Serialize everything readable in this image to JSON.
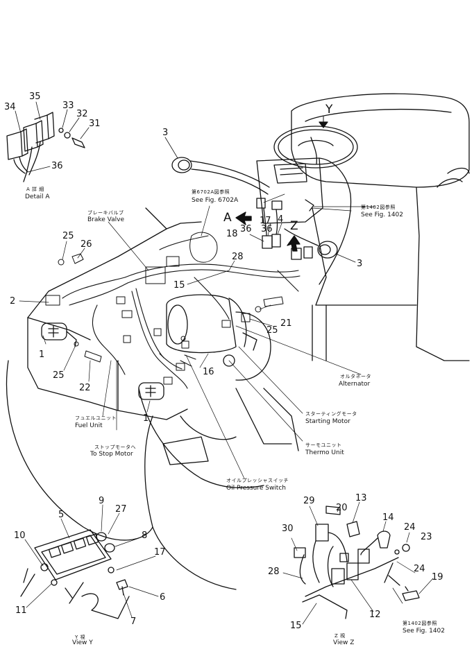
{
  "callouts": [
    "1",
    "1",
    "2",
    "3",
    "3",
    "4",
    "5",
    "6",
    "7",
    "8",
    "9",
    "10",
    "11",
    "12",
    "13",
    "14",
    "15",
    "15",
    "16",
    "17",
    "17",
    "18",
    "19",
    "20",
    "21",
    "22",
    "23",
    "24",
    "24",
    "25",
    "25",
    "25",
    "26",
    "27",
    "28",
    "28",
    "29",
    "30",
    "31",
    "32",
    "33",
    "34",
    "35",
    "36",
    "36",
    "36"
  ],
  "view_letters": {
    "y_top": "Y",
    "a": "A",
    "z": "Z"
  },
  "labels": {
    "detail_a_jp": "A 詳 細",
    "detail_a_en": "Detail A",
    "brake_valve_jp": "ブレーキバルブ",
    "brake_valve_en": "Brake Valve",
    "fig6702a_jp": "第6702A図参照",
    "fig6702a_en": "See Fig. 6702A",
    "fig1402_jp": "第1402図参照",
    "fig1402_en": "See Fig. 1402",
    "alternator_jp": "オルタネータ",
    "alternator_en": "Alternator",
    "starting_motor_jp": "スターティングモータ",
    "starting_motor_en": "Starting Motor",
    "thermo_unit_jp": "サーモユニット",
    "thermo_unit_en": "Thermo Unit",
    "fuel_unit_jp": "フュエルユニット",
    "fuel_unit_en": "Fuel Unit",
    "stop_motor_jp": "ストップモータへ",
    "stop_motor_en": "To Stop Motor",
    "oil_pressure_jp": "オイルプレッシャスイッチ",
    "oil_pressure_en": "Oil Pressure Switch",
    "view_y_jp": "Y 視",
    "view_y_en": "View Y",
    "view_z_jp": "Z 視",
    "view_z_en": "View Z",
    "fig1402b_jp": "第1402図参照",
    "fig1402b_en": "See Fig. 1402"
  }
}
